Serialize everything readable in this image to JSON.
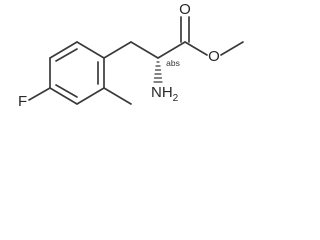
{
  "molecule": {
    "labels": {
      "oxygen_carbonyl": "O",
      "oxygen_ester": "O",
      "amine_main": "NH",
      "amine_sub": "2",
      "fluorine": "F",
      "stereo": "abs"
    }
  }
}
